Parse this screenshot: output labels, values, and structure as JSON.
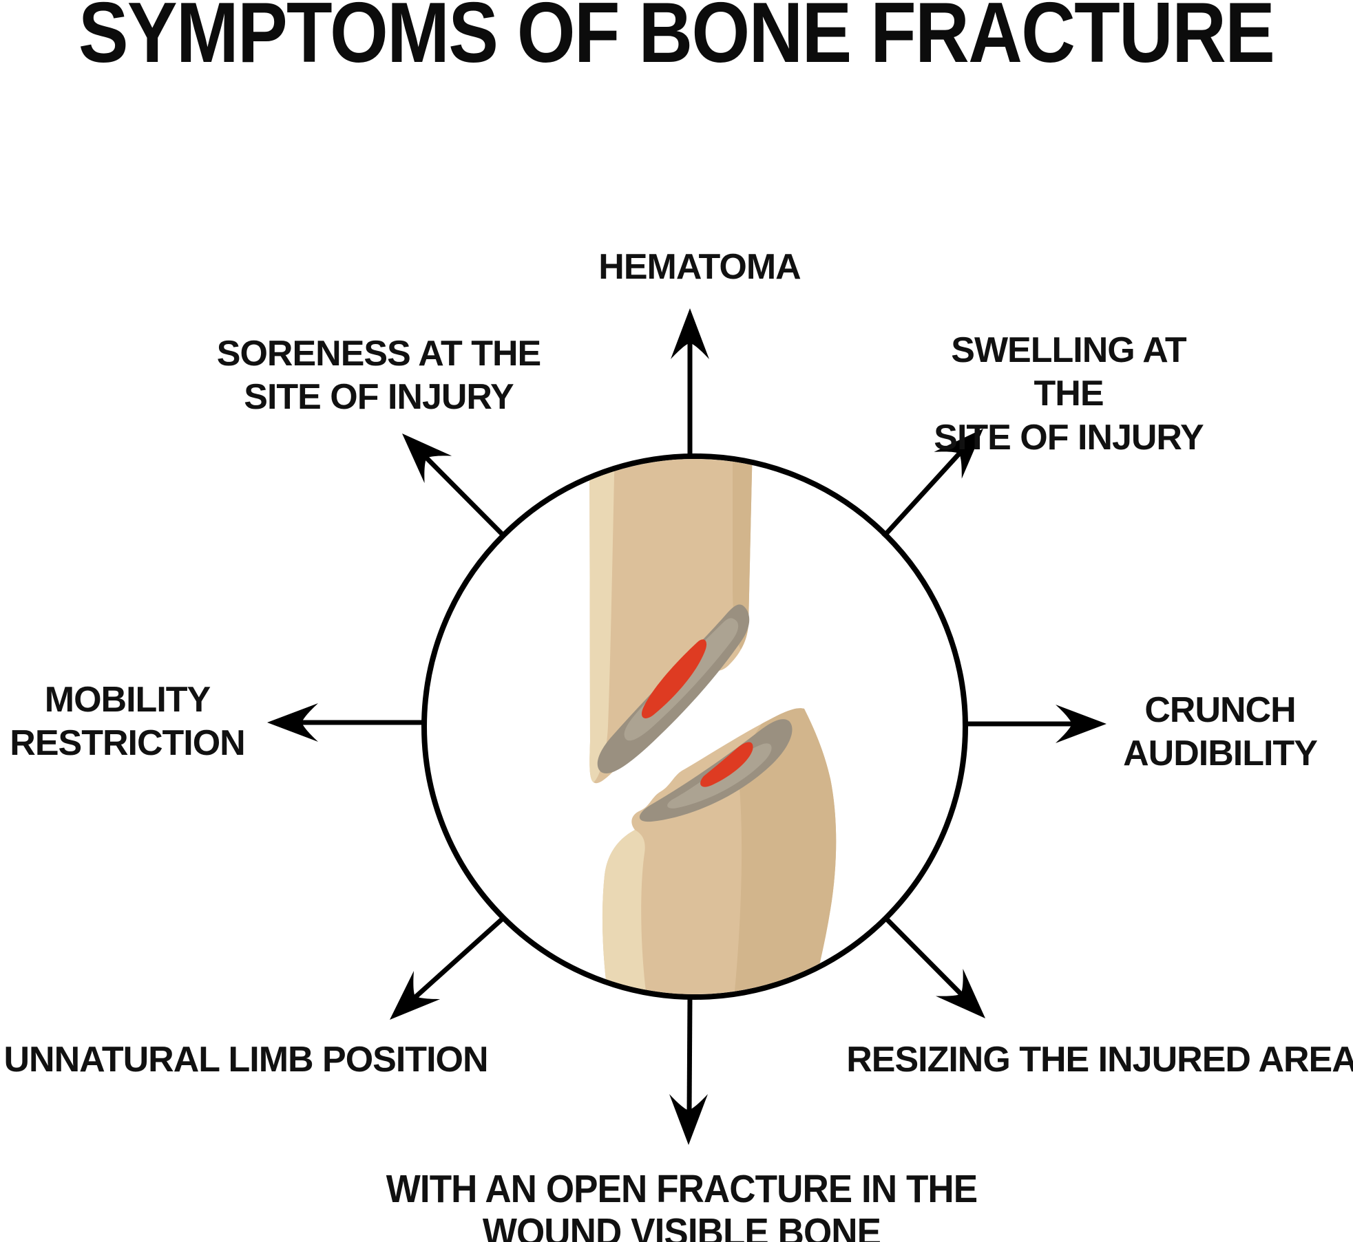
{
  "title": "SYMPTOMS OF BONE FRACTURE",
  "illustration": {
    "name": "broken-bone-in-circle",
    "colors": {
      "bone": "#DCC09A",
      "bone_highlight": "#EAD8B4",
      "bone_shadow": "#D2B58C",
      "marrow_gray": "#9A9080",
      "marrow_gray_light": "#ACA392",
      "blood_red": "#DE3B22",
      "outline": "#000000",
      "background": "#FFFFFF"
    }
  },
  "symptoms": [
    {
      "id": "hematoma",
      "position": "top",
      "label": "HEMATOMA"
    },
    {
      "id": "soreness",
      "position": "top-left",
      "label": "SORENESS AT THE\nSITE OF INJURY"
    },
    {
      "id": "swelling",
      "position": "top-right",
      "label": "SWELLING AT THE\nSITE OF INJURY"
    },
    {
      "id": "mobility-restriction",
      "position": "left",
      "label": "MOBILITY\nRESTRICTION"
    },
    {
      "id": "crunch-audibility",
      "position": "right",
      "label": "CRUNCH\nAUDIBILITY"
    },
    {
      "id": "unnatural-limb-position",
      "position": "bottom-left",
      "label": "UNNATURAL LIMB POSITION"
    },
    {
      "id": "resizing-injured-area",
      "position": "bottom-right",
      "label": "RESIZING THE INJURED AREA"
    },
    {
      "id": "open-fracture",
      "position": "bottom",
      "label": "WITH AN OPEN FRACTURE IN THE\nWOUND VISIBLE BONE FRAGMENTS"
    }
  ]
}
